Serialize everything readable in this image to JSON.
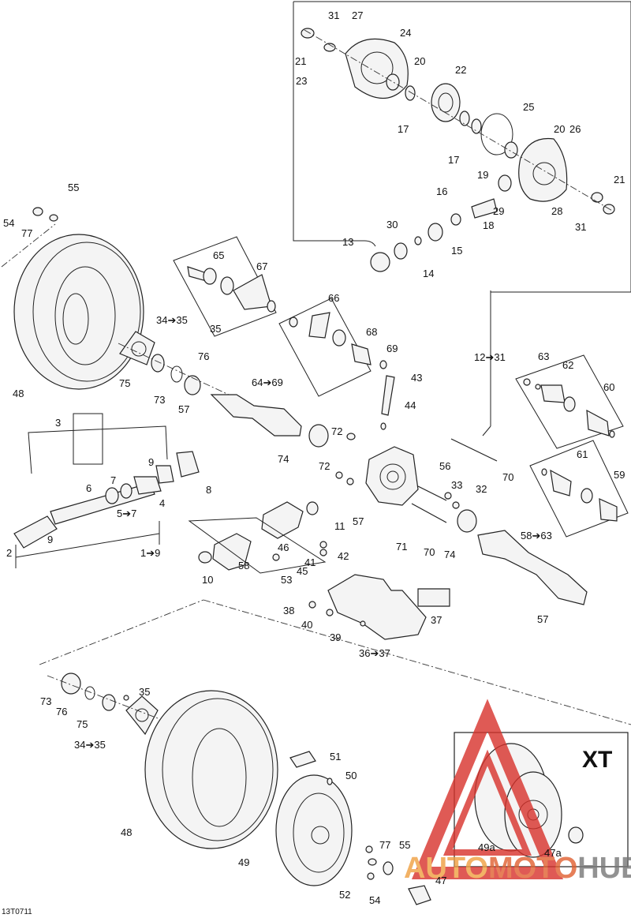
{
  "diagram_code": "13T0711",
  "inset_title": "XT",
  "watermark": {
    "part1": "AUTO",
    "part2": "MOTO",
    "part3": "HUB",
    "color_red": "#d8322b",
    "color_orange": "#f0a040"
  },
  "callouts": [
    {
      "id": "c31a",
      "text": "31"
    },
    {
      "id": "c27",
      "text": "27"
    },
    {
      "id": "c24",
      "text": "24"
    },
    {
      "id": "c21a",
      "text": "21"
    },
    {
      "id": "c23",
      "text": "23"
    },
    {
      "id": "c20a",
      "text": "20"
    },
    {
      "id": "c22",
      "text": "22"
    },
    {
      "id": "c17a",
      "text": "17"
    },
    {
      "id": "c25",
      "text": "25"
    },
    {
      "id": "c17b",
      "text": "17"
    },
    {
      "id": "c20b",
      "text": "20"
    },
    {
      "id": "c26",
      "text": "26"
    },
    {
      "id": "c19",
      "text": "19"
    },
    {
      "id": "c16",
      "text": "16"
    },
    {
      "id": "c21b",
      "text": "21"
    },
    {
      "id": "c29",
      "text": "29"
    },
    {
      "id": "c28",
      "text": "28"
    },
    {
      "id": "c30",
      "text": "30"
    },
    {
      "id": "c18",
      "text": "18"
    },
    {
      "id": "c31b",
      "text": "31"
    },
    {
      "id": "c13",
      "text": "13"
    },
    {
      "id": "c15",
      "text": "15"
    },
    {
      "id": "c14",
      "text": "14"
    },
    {
      "id": "c55a",
      "text": "55"
    },
    {
      "id": "c54a",
      "text": "54"
    },
    {
      "id": "c77a",
      "text": "77"
    },
    {
      "id": "c65",
      "text": "65"
    },
    {
      "id": "c67",
      "text": "67"
    },
    {
      "id": "c66",
      "text": "66"
    },
    {
      "id": "c3435a",
      "text": "34➔35"
    },
    {
      "id": "c35a",
      "text": "35"
    },
    {
      "id": "c68",
      "text": "68"
    },
    {
      "id": "c76a",
      "text": "76"
    },
    {
      "id": "c69",
      "text": "69"
    },
    {
      "id": "c1231",
      "text": "12➔31"
    },
    {
      "id": "c63",
      "text": "63"
    },
    {
      "id": "c75a",
      "text": "75"
    },
    {
      "id": "c48a",
      "text": "48"
    },
    {
      "id": "c73a",
      "text": "73"
    },
    {
      "id": "c6469",
      "text": "64➔69"
    },
    {
      "id": "c43",
      "text": "43"
    },
    {
      "id": "c62",
      "text": "62"
    },
    {
      "id": "c57a",
      "text": "57"
    },
    {
      "id": "c44",
      "text": "44"
    },
    {
      "id": "c60",
      "text": "60"
    },
    {
      "id": "c3",
      "text": "3"
    },
    {
      "id": "c72a",
      "text": "72"
    },
    {
      "id": "c74a",
      "text": "74"
    },
    {
      "id": "c56",
      "text": "56"
    },
    {
      "id": "c9a",
      "text": "9"
    },
    {
      "id": "c72b",
      "text": "72"
    },
    {
      "id": "c61",
      "text": "61"
    },
    {
      "id": "c70a",
      "text": "70"
    },
    {
      "id": "c59",
      "text": "59"
    },
    {
      "id": "c7",
      "text": "7"
    },
    {
      "id": "c6",
      "text": "6"
    },
    {
      "id": "c8",
      "text": "8"
    },
    {
      "id": "c33",
      "text": "33"
    },
    {
      "id": "c32",
      "text": "32"
    },
    {
      "id": "c4",
      "text": "4"
    },
    {
      "id": "c57b",
      "text": "57"
    },
    {
      "id": "c57arrow",
      "text": "5➔7"
    },
    {
      "id": "c11",
      "text": "11"
    },
    {
      "id": "c9b",
      "text": "9"
    },
    {
      "id": "c5863",
      "text": "58➔63"
    },
    {
      "id": "c71",
      "text": "71"
    },
    {
      "id": "c70b",
      "text": "70"
    },
    {
      "id": "c74b",
      "text": "74"
    },
    {
      "id": "c2",
      "text": "2"
    },
    {
      "id": "c19arrow",
      "text": "1➔9"
    },
    {
      "id": "c46",
      "text": "46"
    },
    {
      "id": "c42",
      "text": "42"
    },
    {
      "id": "c58",
      "text": "58"
    },
    {
      "id": "c41",
      "text": "41"
    },
    {
      "id": "c45",
      "text": "45"
    },
    {
      "id": "c10",
      "text": "10"
    },
    {
      "id": "c53",
      "text": "53"
    },
    {
      "id": "c38",
      "text": "38"
    },
    {
      "id": "c37",
      "text": "37"
    },
    {
      "id": "c57c",
      "text": "57"
    },
    {
      "id": "c40",
      "text": "40"
    },
    {
      "id": "c39",
      "text": "39"
    },
    {
      "id": "c3637",
      "text": "36➔37"
    },
    {
      "id": "c35b",
      "text": "35"
    },
    {
      "id": "c73b",
      "text": "73"
    },
    {
      "id": "c76b",
      "text": "76"
    },
    {
      "id": "c75b",
      "text": "75"
    },
    {
      "id": "c3435b",
      "text": "34➔35"
    },
    {
      "id": "c51",
      "text": "51"
    },
    {
      "id": "c50",
      "text": "50"
    },
    {
      "id": "c48b",
      "text": "48"
    },
    {
      "id": "c49",
      "text": "49"
    },
    {
      "id": "c49a",
      "text": "49a"
    },
    {
      "id": "c47a",
      "text": "47a"
    },
    {
      "id": "c77b",
      "text": "77"
    },
    {
      "id": "c55b",
      "text": "55"
    },
    {
      "id": "c47",
      "text": "47"
    },
    {
      "id": "c52",
      "text": "52"
    },
    {
      "id": "c54b",
      "text": "54"
    }
  ]
}
